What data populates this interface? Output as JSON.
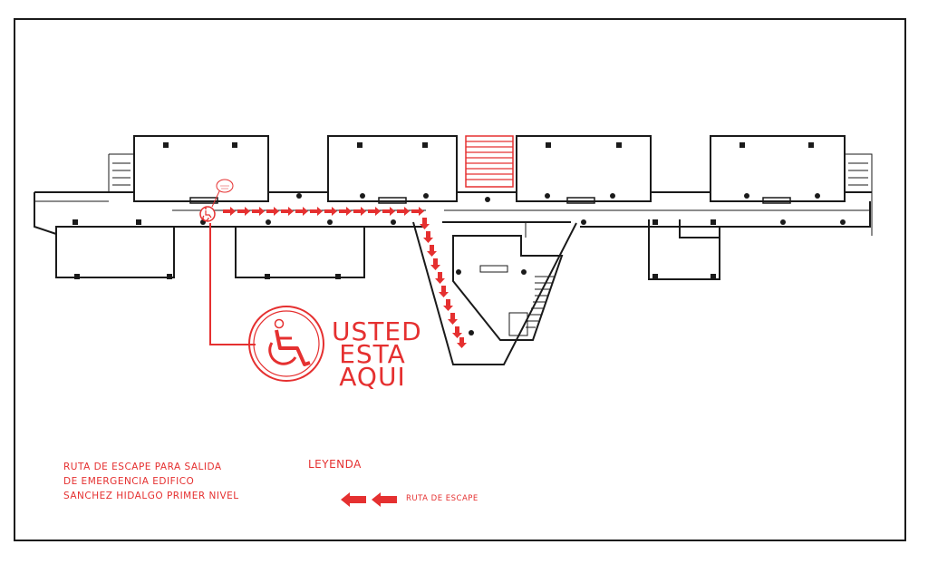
{
  "marker": {
    "line1": "USTED",
    "line2": "ESTA",
    "line3": "AQUI"
  },
  "caption": {
    "line1": "RUTA DE ESCAPE PARA SALIDA",
    "line2": "DE EMERGENCIA EDIFICO",
    "line3": "SANCHEZ HIDALGO PRIMER NIVEL"
  },
  "legend": {
    "title": "LEYENDA",
    "route_label": "RUTA DE ESCAPE"
  },
  "colors": {
    "route": "#e53030",
    "walls": "#1a1a1a"
  },
  "icons": {
    "accessibility": "wheelchair-icon",
    "route": "red-arrow-icon"
  }
}
